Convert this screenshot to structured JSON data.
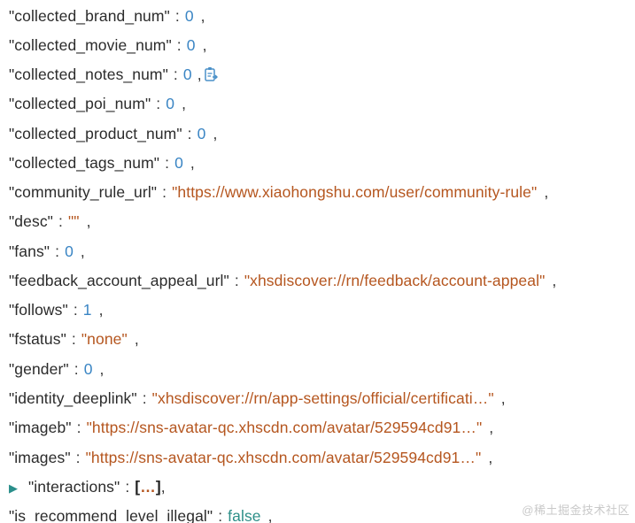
{
  "json_viewer": {
    "rows": [
      {
        "key": "\"collected_brand_num\"",
        "value": "0",
        "type": "number"
      },
      {
        "key": "\"collected_movie_num\"",
        "value": "0",
        "type": "number"
      },
      {
        "key": "\"collected_notes_num\"",
        "value": "0",
        "type": "number",
        "has_copy_icon": true
      },
      {
        "key": "\"collected_poi_num\"",
        "value": "0",
        "type": "number"
      },
      {
        "key": "\"collected_product_num\"",
        "value": "0",
        "type": "number"
      },
      {
        "key": "\"collected_tags_num\"",
        "value": "0",
        "type": "number"
      },
      {
        "key": "\"community_rule_url\"",
        "value": "\"https://www.xiaohongshu.com/user/community-rule\"",
        "type": "string"
      },
      {
        "key": "\"desc\"",
        "value": "\"\"",
        "type": "string"
      },
      {
        "key": "\"fans\"",
        "value": "0",
        "type": "number"
      },
      {
        "key": "\"feedback_account_appeal_url\"",
        "value": "\"xhsdiscover://rn/feedback/account-appeal\"",
        "type": "string"
      },
      {
        "key": "\"follows\"",
        "value": "1",
        "type": "number"
      },
      {
        "key": "\"fstatus\"",
        "value": "\"none\"",
        "type": "string"
      },
      {
        "key": "\"gender\"",
        "value": "0",
        "type": "number"
      },
      {
        "key": "\"identity_deeplink\"",
        "value": "\"xhsdiscover://rn/app-settings/official/certificati…\"",
        "type": "string"
      },
      {
        "key": "\"imageb\"",
        "value": "\"https://sns-avatar-qc.xhscdn.com/avatar/529594cd91…\"",
        "type": "string"
      },
      {
        "key": "\"images\"",
        "value": "\"https://sns-avatar-qc.xhscdn.com/avatar/529594cd91…\"",
        "type": "string"
      },
      {
        "key": "\"interactions\"",
        "collapsed_open": "[",
        "collapsed_ellipsis": "…",
        "collapsed_close": "]",
        "type": "collapsed-array",
        "toggle_icon": "caret-right-icon"
      },
      {
        "key": "\"is_recommend_level_illegal\"",
        "value": "false",
        "type": "boolean"
      }
    ],
    "punctuation": {
      "colon": ":",
      "comma": ","
    },
    "colors": {
      "key": "#2b2b2b",
      "number": "#3a85c4",
      "string": "#b5561f",
      "boolean": "#2d8f88",
      "toggle": "#2a8f8b"
    }
  },
  "watermark": "@稀土掘金技术社区"
}
